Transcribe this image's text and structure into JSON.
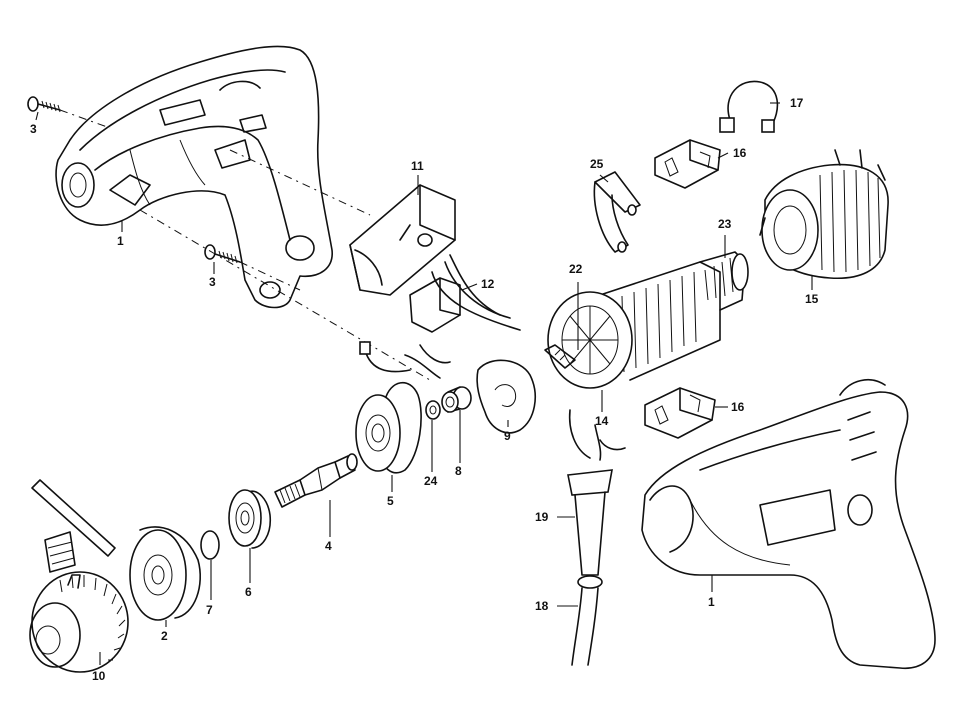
{
  "callouts": {
    "c1": "1",
    "c2": "2",
    "c3": "3",
    "c4": "4",
    "c5": "5",
    "c6": "6",
    "c7": "7",
    "c8": "8",
    "c9": "9",
    "c10": "10",
    "c11": "11",
    "c12": "12",
    "c14": "14",
    "c15": "15",
    "c16": "16",
    "c17": "17",
    "c18": "18",
    "c19": "19",
    "c22": "22",
    "c23": "23",
    "c24": "24",
    "c25": "25"
  }
}
